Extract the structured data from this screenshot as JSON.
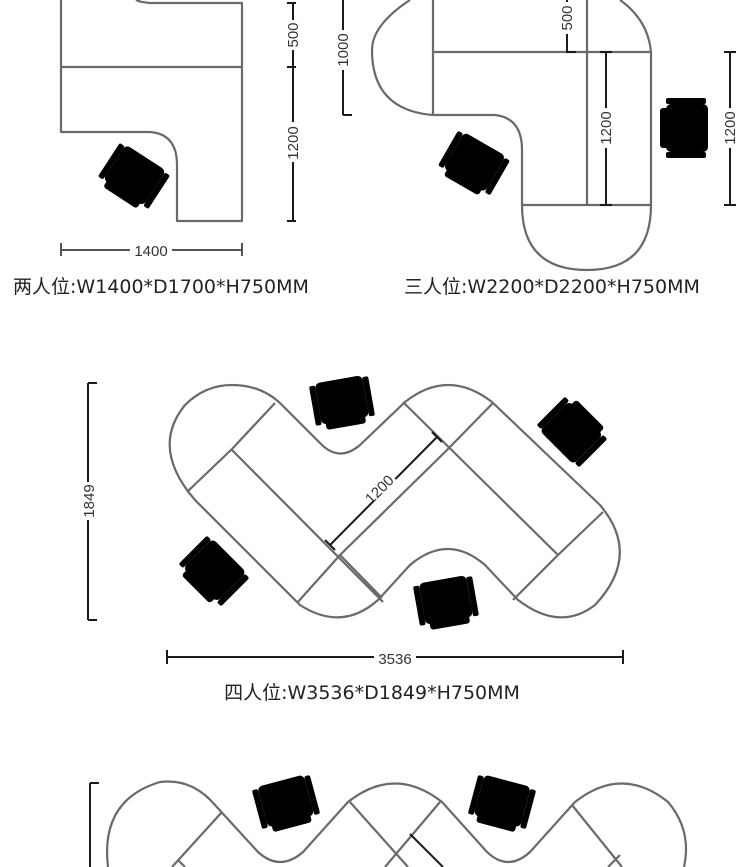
{
  "layouts": [
    {
      "caption": "两人位:W1400*D1700*H750MM",
      "dims": {
        "a": "500",
        "b": "1200",
        "c": "1000",
        "width": "1400"
      }
    },
    {
      "caption": "三人位:W2200*D2200*H750MM",
      "dims": {
        "a": "500",
        "b": "1200",
        "c": "1200"
      }
    },
    {
      "caption": "四人位:W3536*D1849*H750MM",
      "dims": {
        "inner": "1200",
        "depth": "1849",
        "width": "3536"
      }
    }
  ],
  "colors": {
    "desk_line": "#6a6a6a",
    "dimension_line": "#1a1a1a"
  }
}
